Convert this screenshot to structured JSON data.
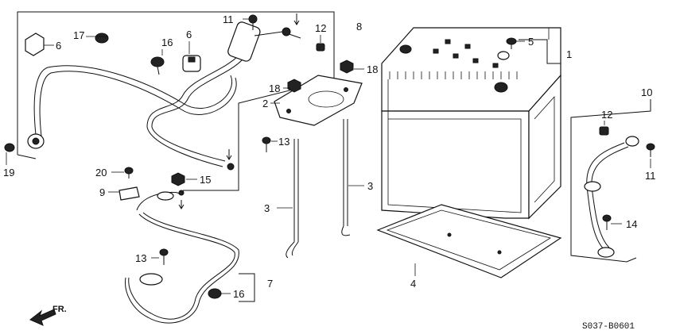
{
  "callouts": {
    "c1": "1",
    "c2": "2",
    "c3a": "3",
    "c3b": "3",
    "c4": "4",
    "c5": "5",
    "c6a": "6",
    "c6b": "6",
    "c7": "7",
    "c8": "8",
    "c9": "9",
    "c10": "10",
    "c11a": "11",
    "c11b": "11",
    "c12a": "12",
    "c12b": "12",
    "c13a": "13",
    "c13b": "13",
    "c14": "14",
    "c15": "15",
    "c16a": "16",
    "c16b": "16",
    "c17": "17",
    "c18a": "18",
    "c18b": "18",
    "c19": "19",
    "c20": "20"
  },
  "direction_label": "FR.",
  "diagram_code": "S037-B0601"
}
